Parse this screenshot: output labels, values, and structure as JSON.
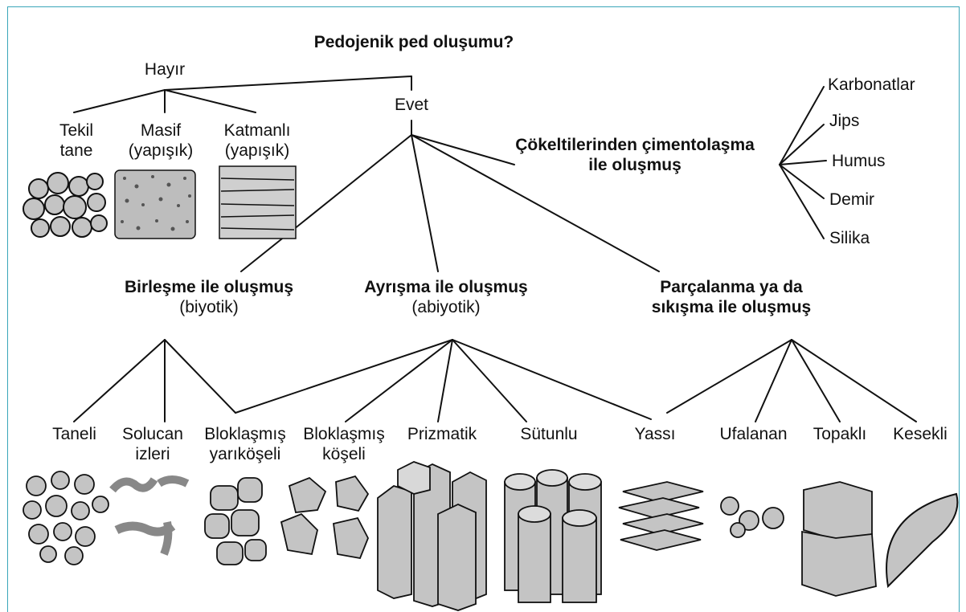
{
  "title": "Pedojenik ped oluşumu?",
  "no_branch": {
    "label": "Hayır",
    "children": [
      {
        "line1": "Tekil",
        "line2": "tane"
      },
      {
        "line1": "Masif",
        "line2": "(yapışık)"
      },
      {
        "line1": "Katmanlı",
        "line2": "(yapışık)"
      }
    ]
  },
  "yes_branch": {
    "label": "Evet"
  },
  "cement": {
    "line1": "Çökeltilerinden çimentolaşma",
    "line2": "ile oluşmuş",
    "agents": [
      "Karbonatlar",
      "Jips",
      "Humus",
      "Demir",
      "Silika"
    ]
  },
  "aggregation": {
    "title": "Birleşme ile oluşmuş",
    "subtitle": "(biyotik)"
  },
  "separation": {
    "title": "Ayrışma ile oluşmuş",
    "subtitle": "(abiyotik)"
  },
  "fragmentation": {
    "line1": "Parçalanma ya da",
    "line2": "sıkışma ile oluşmuş"
  },
  "structures": [
    {
      "line1": "Taneli",
      "line2": ""
    },
    {
      "line1": "Solucan",
      "line2": "izleri"
    },
    {
      "line1": "Bloklaşmış",
      "line2": "yarıköşeli"
    },
    {
      "line1": "Bloklaşmış",
      "line2": "köşeli"
    },
    {
      "line1": "Prizmatik",
      "line2": ""
    },
    {
      "line1": "Sütunlu",
      "line2": ""
    },
    {
      "line1": "Yassı",
      "line2": ""
    },
    {
      "line1": "Ufalanan",
      "line2": ""
    },
    {
      "line1": "Topaklı",
      "line2": ""
    },
    {
      "line1": "Kesekli",
      "line2": ""
    }
  ],
  "colors": {
    "frame": "#3aa6b9",
    "line": "#111111",
    "fill": "#c4c4c4"
  }
}
